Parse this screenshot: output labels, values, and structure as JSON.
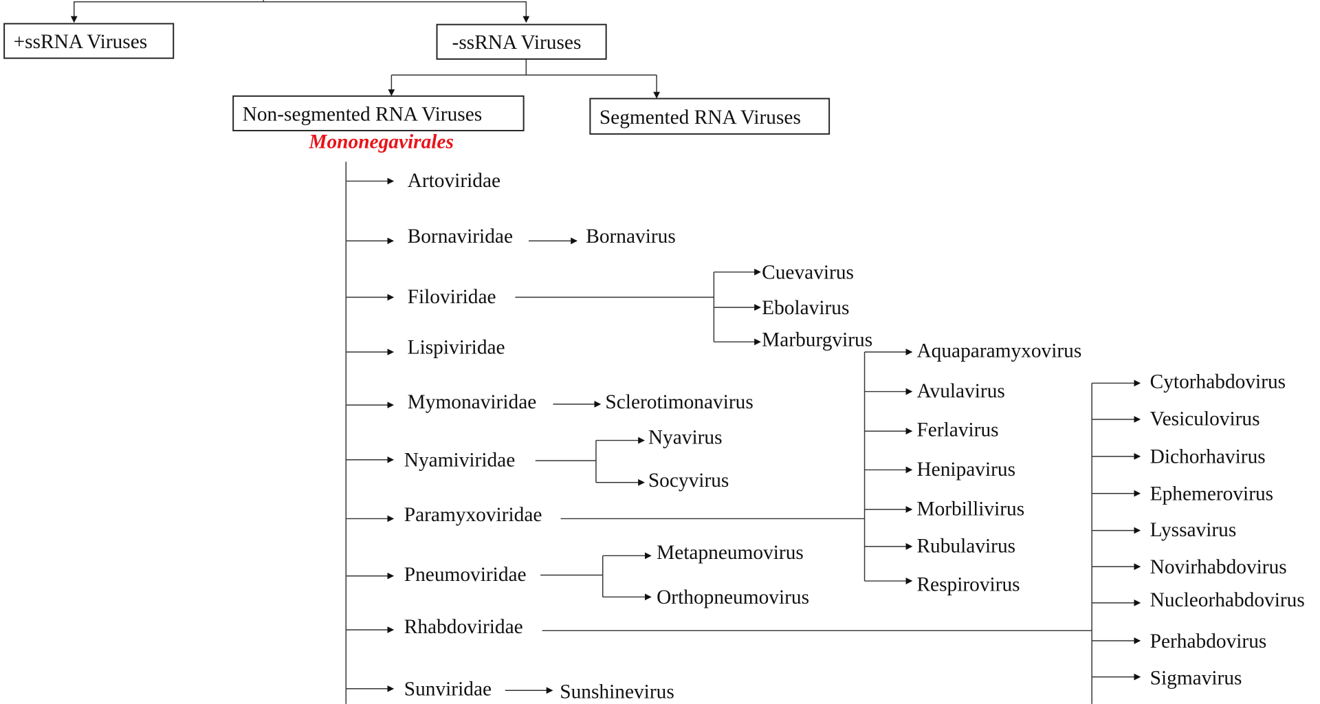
{
  "top": {
    "plus": "+ssRNA Viruses",
    "minus": "-ssRNA Viruses",
    "nonseg": "Non-segmented RNA Viruses",
    "seg": "Segmented RNA Viruses",
    "order": "Mononegavirales"
  },
  "families": [
    {
      "name": "Artoviridae",
      "genera": []
    },
    {
      "name": "Bornaviridae",
      "genera": [
        "Bornavirus"
      ]
    },
    {
      "name": "Filoviridae",
      "genera": [
        "Cuevavirus",
        "Ebolavirus",
        "Marburgvirus"
      ]
    },
    {
      "name": "Lispiviridae",
      "genera": []
    },
    {
      "name": "Mymonaviridae",
      "genera": [
        "Sclerotimonavirus"
      ]
    },
    {
      "name": "Nyamiviridae",
      "genera": [
        "Nyavirus",
        "Socyvirus"
      ]
    },
    {
      "name": "Paramyxoviridae",
      "genera": [
        "Aquaparamyxovirus",
        "Avulavirus",
        "Ferlavirus",
        "Henipavirus",
        "Morbillivirus",
        "Rubulavirus",
        "Respirovirus"
      ]
    },
    {
      "name": "Pneumoviridae",
      "genera": [
        "Metapneumovirus",
        "Orthopneumovirus"
      ]
    },
    {
      "name": "Rhabdoviridae",
      "genera": [
        "Cytorhabdovirus",
        "Vesiculovirus",
        "Dichorhavirus",
        "Ephemerovirus",
        "Lyssavirus",
        "Novirhabdovirus",
        "Nucleorhabdovirus",
        "Perhabdovirus",
        "Sigmavirus"
      ]
    },
    {
      "name": "Sunviridae",
      "genera": [
        "Sunshinevirus"
      ]
    }
  ]
}
